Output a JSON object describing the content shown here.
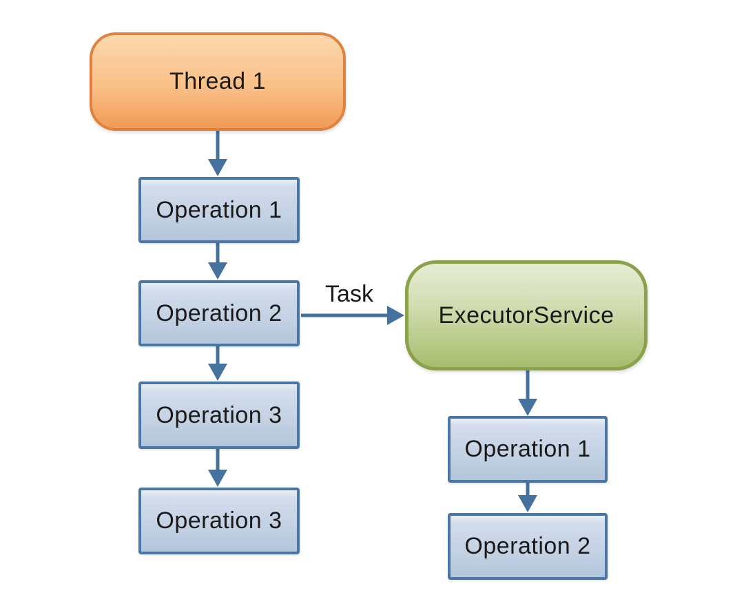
{
  "diagram": {
    "nodes": {
      "thread1": {
        "label": "Thread 1",
        "shape": "rounded",
        "color_role": "thread"
      },
      "left_op1": {
        "label": "Operation 1",
        "shape": "rect",
        "color_role": "operation"
      },
      "left_op2": {
        "label": "Operation 2",
        "shape": "rect",
        "color_role": "operation"
      },
      "left_op3a": {
        "label": "Operation 3",
        "shape": "rect",
        "color_role": "operation"
      },
      "left_op3b": {
        "label": "Operation 3",
        "shape": "rect",
        "color_role": "operation"
      },
      "executor": {
        "label": "ExecutorService",
        "shape": "rounded",
        "color_role": "executor"
      },
      "right_op1": {
        "label": "Operation 1",
        "shape": "rect",
        "color_role": "operation"
      },
      "right_op2": {
        "label": "Operation 2",
        "shape": "rect",
        "color_role": "operation"
      }
    },
    "edge_labels": {
      "task": "Task"
    },
    "edges": [
      {
        "from": "thread1",
        "to": "left_op1"
      },
      {
        "from": "left_op1",
        "to": "left_op2"
      },
      {
        "from": "left_op2",
        "to": "executor",
        "label": "Task"
      },
      {
        "from": "left_op2",
        "to": "left_op3a"
      },
      {
        "from": "left_op3a",
        "to": "left_op3b"
      },
      {
        "from": "executor",
        "to": "right_op1"
      },
      {
        "from": "right_op1",
        "to": "right_op2"
      }
    ],
    "colors": {
      "background": "#ffffff",
      "text": "#1a1a1a",
      "arrow": "#45719f",
      "thread_fill_top": "#fcd8ad",
      "thread_fill_bottom": "#f09b57",
      "thread_border": "#e0823d",
      "operation_fill_top": "#d3dded",
      "operation_fill_bottom": "#b4c6db",
      "operation_border": "#4a76a6",
      "executor_fill_top": "#e6ecd4",
      "executor_fill_bottom": "#a8bd6c",
      "executor_border": "#8aa24a"
    }
  }
}
